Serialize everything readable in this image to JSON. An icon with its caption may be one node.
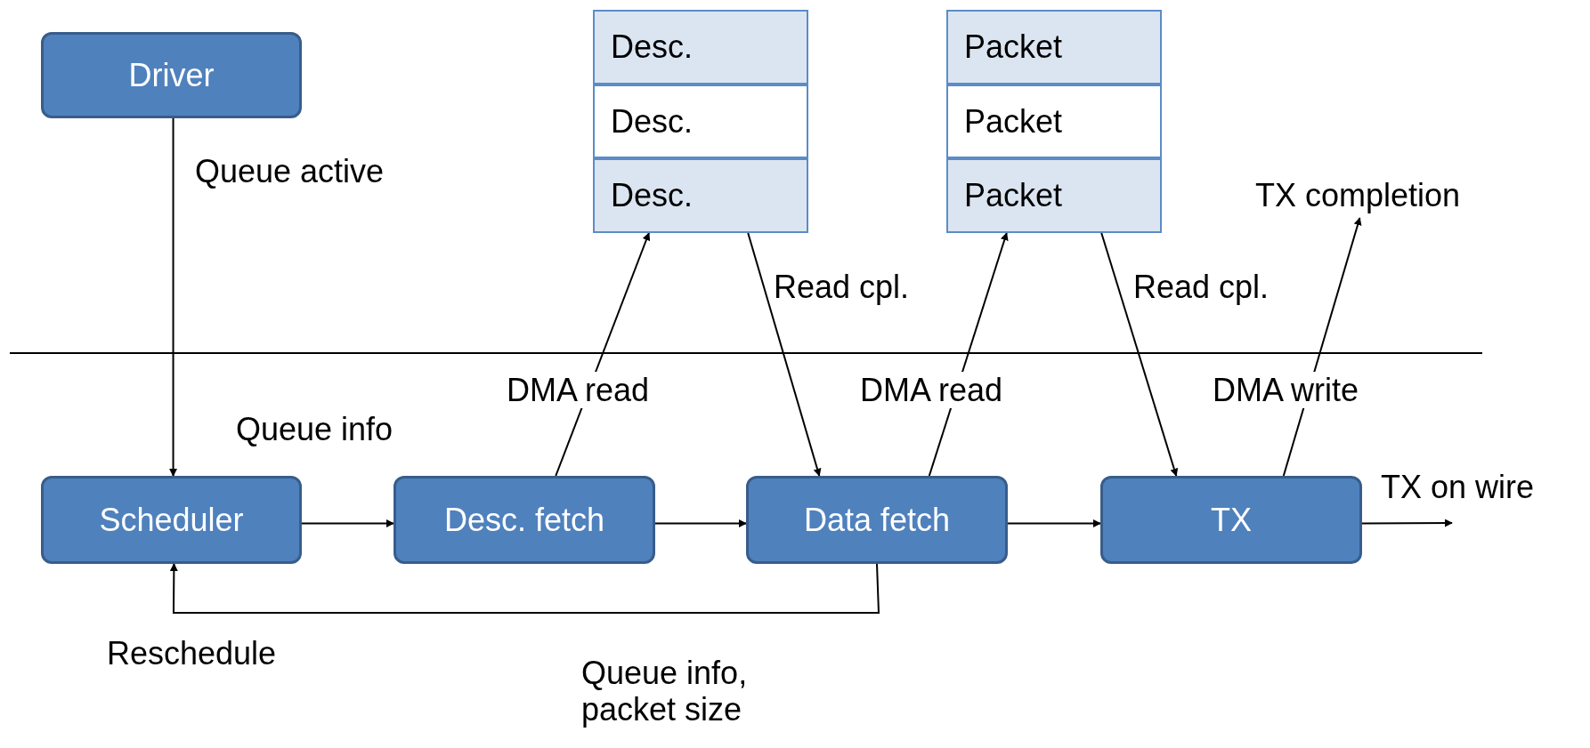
{
  "diagram": {
    "nodes": [
      {
        "text": [
          "Driver"
        ]
      },
      {
        "text": [
          "Desc."
        ]
      },
      {
        "text": [
          "Desc."
        ]
      },
      {
        "text": [
          "Desc."
        ]
      },
      {
        "text": [
          "Packet"
        ]
      },
      {
        "text": [
          "Packet"
        ]
      },
      {
        "text": [
          "Packet"
        ]
      },
      {
        "text": [
          "TX completion"
        ]
      },
      {
        "text": [
          "Scheduler"
        ]
      },
      {
        "text": [
          "Desc. fetch"
        ]
      },
      {
        "text": [
          "Data fetch"
        ]
      },
      {
        "text": [
          "TX"
        ]
      }
    ],
    "edges": [
      {
        "from": 0,
        "to": 8,
        "arrow": "to",
        "label": "Queue active"
      },
      {
        "from": 8,
        "to": 9,
        "arrow": "to",
        "label": "Queue info"
      },
      {
        "from": 9,
        "to": 3,
        "arrow": "to",
        "label": "DMA read"
      },
      {
        "from": 3,
        "to": 10,
        "arrow": "to",
        "label": "Read cpl."
      },
      {
        "from": 9,
        "to": 10,
        "arrow": "to"
      },
      {
        "from": 10,
        "to": 6,
        "arrow": "to",
        "label": "DMA read"
      },
      {
        "from": 6,
        "to": 11,
        "arrow": "to",
        "label": "Read cpl."
      },
      {
        "from": 10,
        "to": 11,
        "arrow": "to"
      },
      {
        "from": 11,
        "to": 7,
        "arrow": "to",
        "label": "DMA write"
      },
      {
        "from": 11,
        "to": null,
        "arrow": "to",
        "label": "TX on wire"
      },
      {
        "from": 10,
        "to": 8,
        "arrow": "to",
        "label": "Queue info, packet size"
      }
    ],
    "labels": [
      "Reschedule"
    ]
  }
}
